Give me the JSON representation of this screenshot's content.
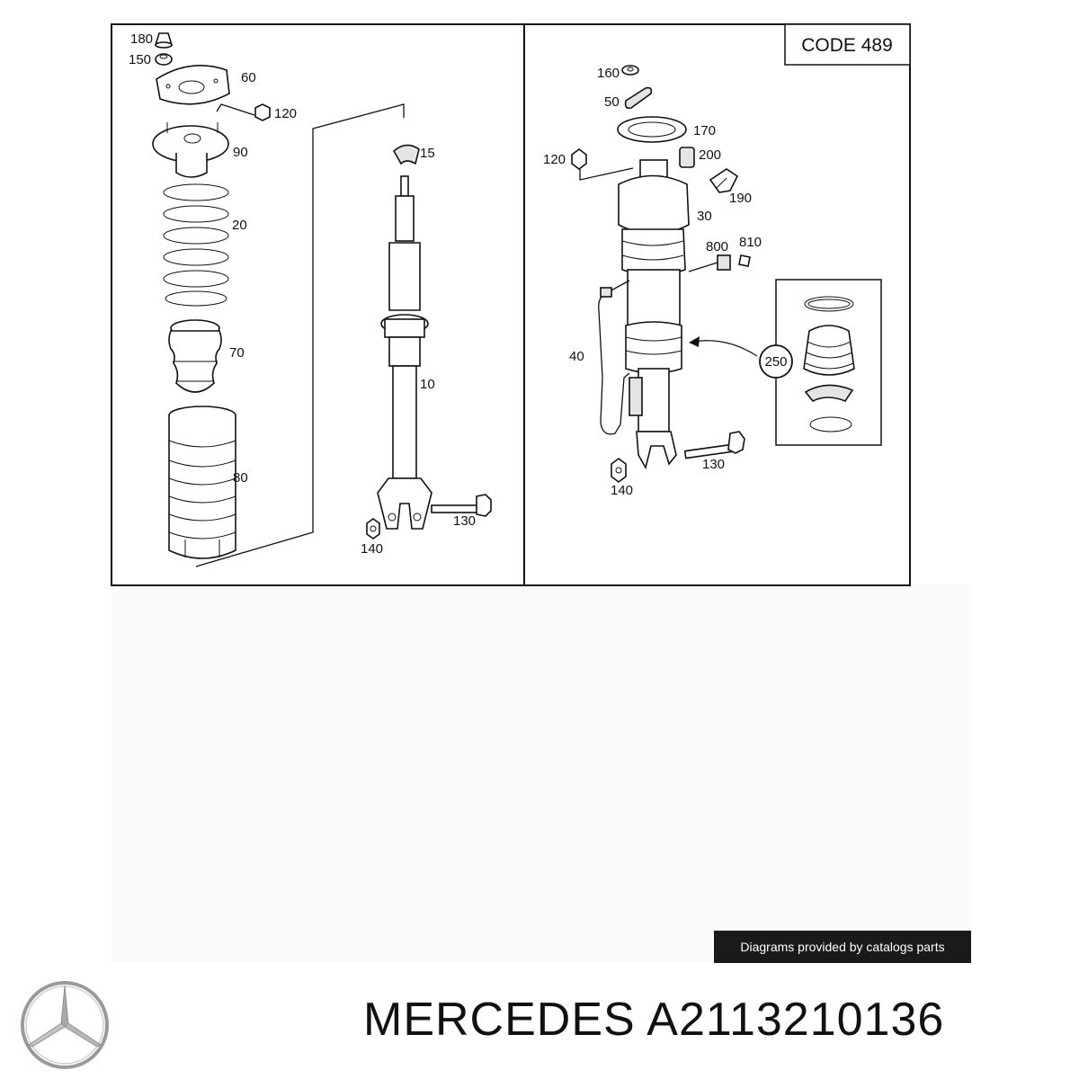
{
  "diagram": {
    "code_label": "CODE 489",
    "left_labels": {
      "p180": "180",
      "p150": "150",
      "p60": "60",
      "p120": "120",
      "p90": "90",
      "p15": "15",
      "p20": "20",
      "p70": "70",
      "p10": "10",
      "p80": "80",
      "p130": "130",
      "p140": "140"
    },
    "right_labels": {
      "p160": "160",
      "p50": "50",
      "p170": "170",
      "p120": "120",
      "p200": "200",
      "p190": "190",
      "p30": "30",
      "p800": "800",
      "p810": "810",
      "p40": "40",
      "p250": "250",
      "p130": "130",
      "p140": "140"
    }
  },
  "footer": {
    "credit": "Diagrams provided by catalogs parts",
    "brand": "MERCEDES",
    "part_number": "A2113210136",
    "logo": "mercedes-star-icon"
  }
}
